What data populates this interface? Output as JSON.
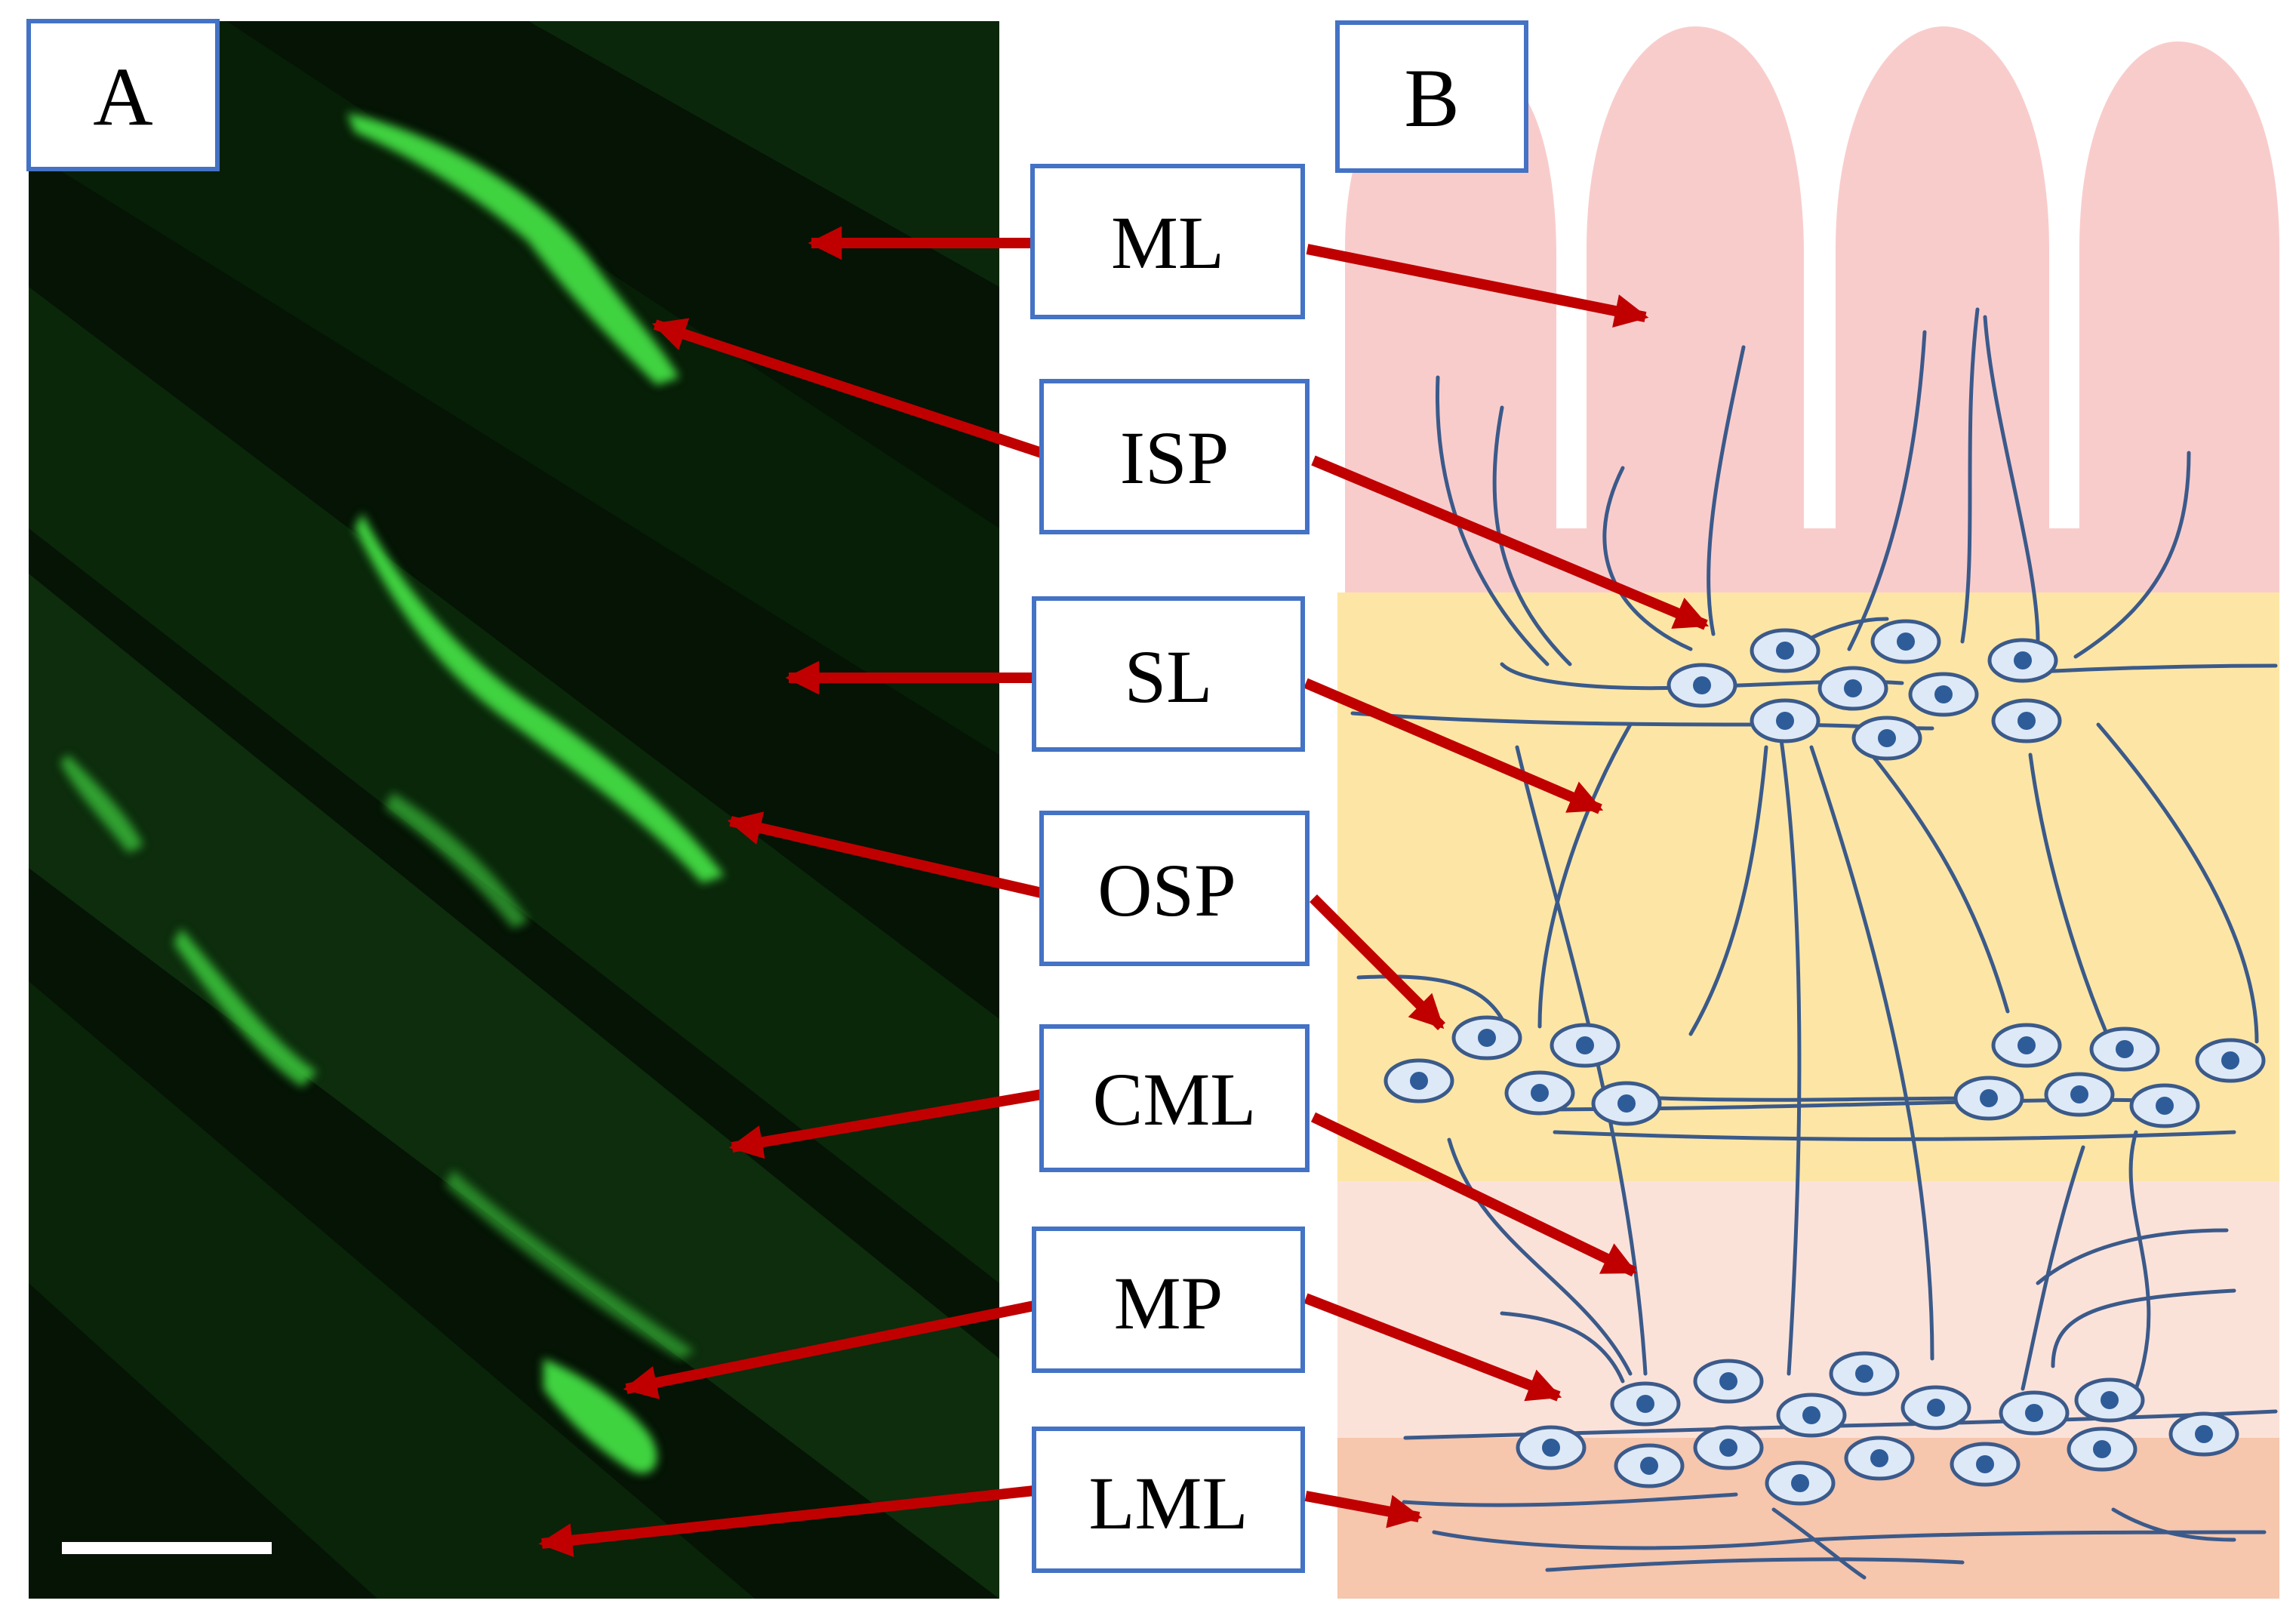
{
  "figure": {
    "panel_a_label": "A",
    "panel_b_label": "B"
  },
  "labels": [
    {
      "id": "ml",
      "text": "ML"
    },
    {
      "id": "isp",
      "text": "ISP"
    },
    {
      "id": "sl",
      "text": "SL"
    },
    {
      "id": "osp",
      "text": "OSP"
    },
    {
      "id": "cml",
      "text": "CML"
    },
    {
      "id": "mp",
      "text": "MP"
    },
    {
      "id": "lml",
      "text": "LML"
    }
  ],
  "colors": {
    "box_border": "#4472c4",
    "arrow": "#c00000",
    "micrograph_bg": "#051405",
    "fluorescence": "#4ee24e",
    "mucosa": "#f9cccc",
    "submucosa": "#fde6a5",
    "circular_muscle": "#fbe2d9",
    "longitudinal_muscle": "#f6c6ad",
    "neuron_fill": "#dde9f7",
    "neuron_nucleus": "#2e5c99",
    "neurite": "#3b5a8a"
  }
}
